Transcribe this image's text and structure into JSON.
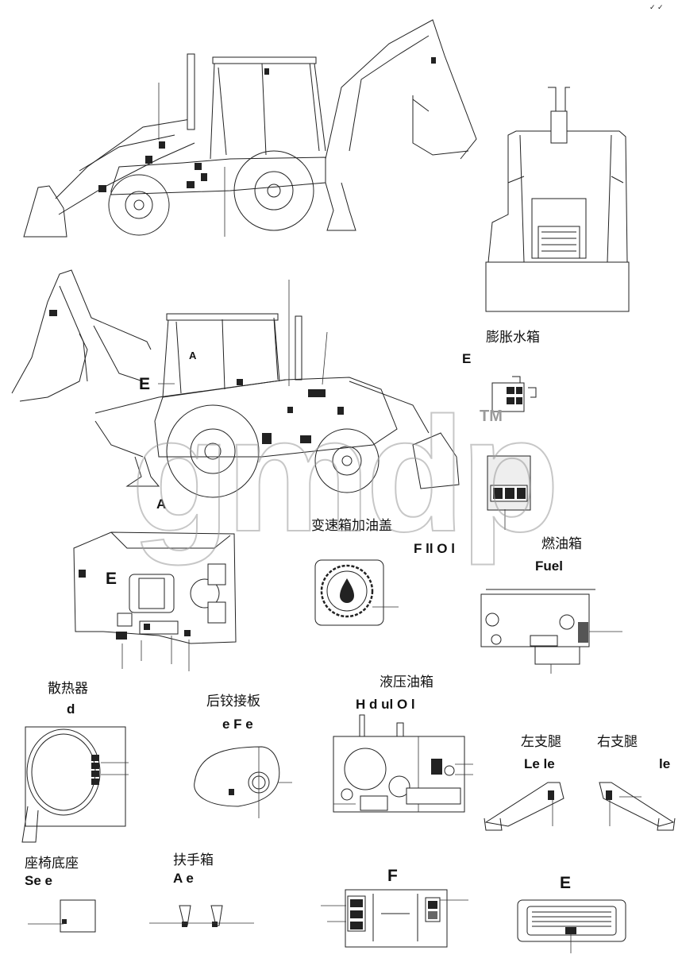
{
  "top_mark": "✓ ✓",
  "captions": {
    "expansion_tank_cn": "膨胀水箱",
    "expansion_tank_en": "E",
    "gearbox_cap_cn": "变速箱加油盖",
    "gearbox_cap_en": "F ll O l",
    "fuel_tank_cn": "燃油箱",
    "fuel_tank_en": "Fuel",
    "radiator_cn": "散热器",
    "radiator_en": "d",
    "rear_hinge_cn": "后铰接板",
    "rear_hinge_en": "e F e",
    "hydraulic_tank_cn": "液压油箱",
    "hydraulic_tank_en": "H d ul O l",
    "left_outrigger_cn": "左支腿",
    "left_outrigger_en": "Le le",
    "right_outrigger_cn": "右支腿",
    "right_outrigger_en": "le",
    "seat_base_cn": "座椅底座",
    "seat_base_en": "Se e",
    "armrest_box_cn": "扶手箱",
    "armrest_box_en": "A e",
    "front_view_label": "F",
    "engine_cover_label": "E"
  },
  "view_labels": {
    "side_a_top": "A",
    "side_e": "E",
    "side_a_bottom": "A",
    "cab_e": "E"
  },
  "watermark": {
    "text": "gmdp",
    "tm": "TM"
  }
}
